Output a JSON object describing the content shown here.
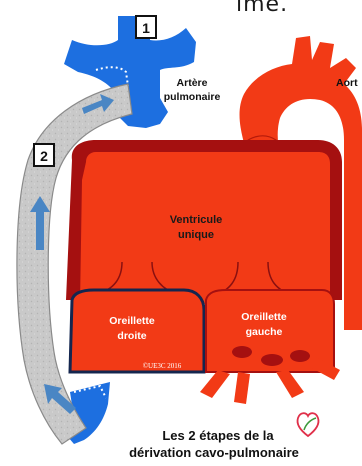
{
  "top_fragment": "ime.",
  "step_markers": {
    "step1": "1",
    "step2": "2"
  },
  "labels": {
    "artery_line1": "Artère",
    "artery_line2": "pulmonaire",
    "aorta": "Aort",
    "ventricle_line1": "Ventricule",
    "ventricle_line2": "unique",
    "right_atrium_line1": "Oreillette",
    "right_atrium_line2": "droite",
    "left_atrium_line1": "Oreillette",
    "left_atrium_line2": "gauche",
    "copyright": "©UE3C 2016"
  },
  "caption": {
    "line1": "Les 2 étapes de la",
    "line2": "dérivation cavo-pulmonaire"
  },
  "colors": {
    "blue": "#1d6fe0",
    "red": "#f23a16",
    "dark_red": "#a51010",
    "navy": "#14264f",
    "gray": "#c9c9c9",
    "arrow_blue": "#4a86c4"
  }
}
